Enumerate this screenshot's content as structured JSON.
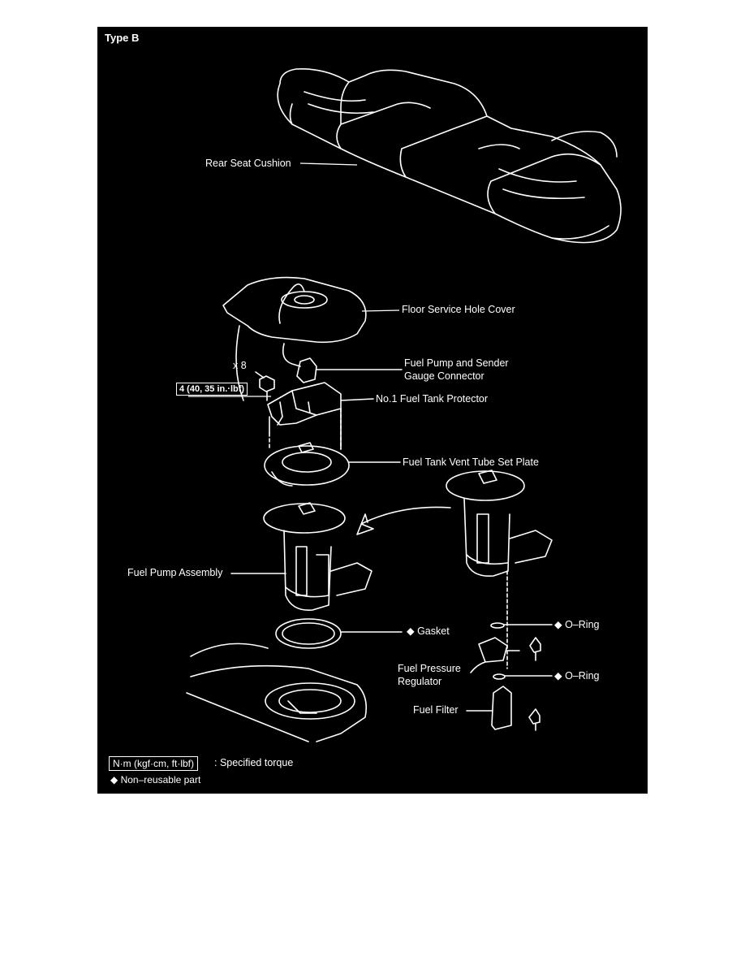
{
  "diagram": {
    "type_label": "Type B",
    "parts": {
      "rear_seat_cushion": "Rear Seat Cushion",
      "floor_service_hole_cover": "Floor Service Hole Cover",
      "connector_line1": "Fuel Pump and Sender",
      "connector_line2": "Gauge Connector",
      "tank_protector": "No.1 Fuel Tank Protector",
      "vent_tube_plate": "Fuel Tank Vent Tube Set Plate",
      "pump_assembly": "Fuel Pump Assembly",
      "gasket": "◆ Gasket",
      "o_ring_upper": "◆ O–Ring",
      "o_ring_lower": "◆ O–Ring",
      "pressure_regulator_line1": "Fuel Pressure",
      "pressure_regulator_line2": "Regulator",
      "fuel_filter": "Fuel Filter"
    },
    "bolt_count": "x 8",
    "torque_value": "4 (40, 35 in.·lbf)",
    "legend": {
      "torque_unit": "N·m (kgf·cm, ft·lbf)",
      "torque_text": ": Specified torque",
      "non_reusable": "◆ Non–reusable part"
    },
    "colors": {
      "background": "#000000",
      "linework": "#ffffff",
      "page": "#ffffff"
    }
  }
}
